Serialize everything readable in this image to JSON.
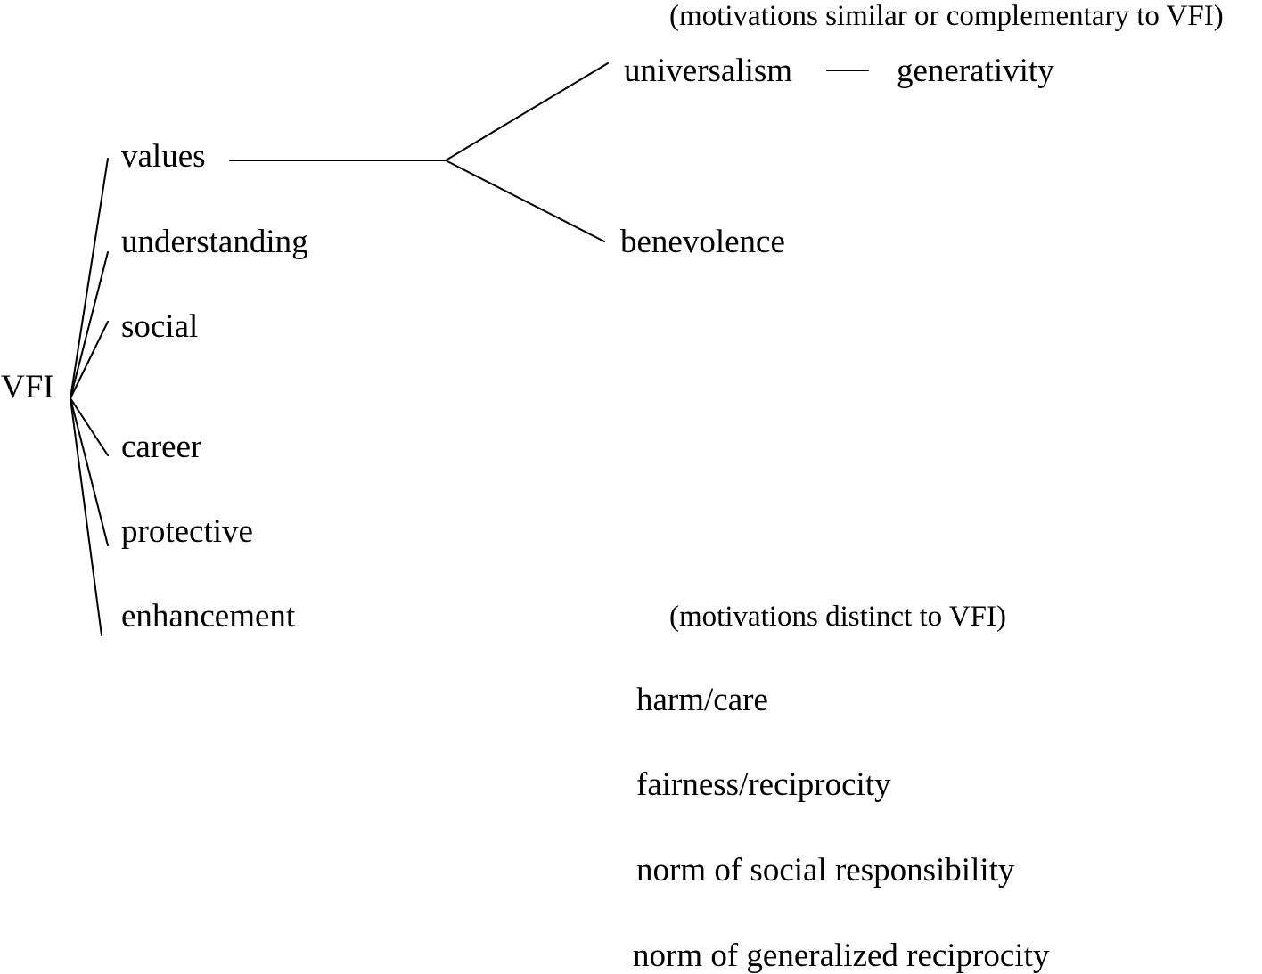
{
  "root": {
    "label": "VFI"
  },
  "vfi_factors": [
    {
      "label": "values"
    },
    {
      "label": "understanding"
    },
    {
      "label": "social"
    },
    {
      "label": "career"
    },
    {
      "label": "protective"
    },
    {
      "label": "enhancement"
    }
  ],
  "similar_group": {
    "heading": "(motivations similar or complementary to VFI)",
    "items": [
      {
        "label": "universalism"
      },
      {
        "label": "generativity"
      },
      {
        "label": "benevolence"
      }
    ]
  },
  "distinct_group": {
    "heading": "(motivations distinct to VFI)",
    "items": [
      {
        "label": "harm/care"
      },
      {
        "label": "fairness/reciprocity"
      },
      {
        "label": "norm of social responsibility"
      },
      {
        "label": "norm of generalized reciprocity"
      }
    ]
  }
}
